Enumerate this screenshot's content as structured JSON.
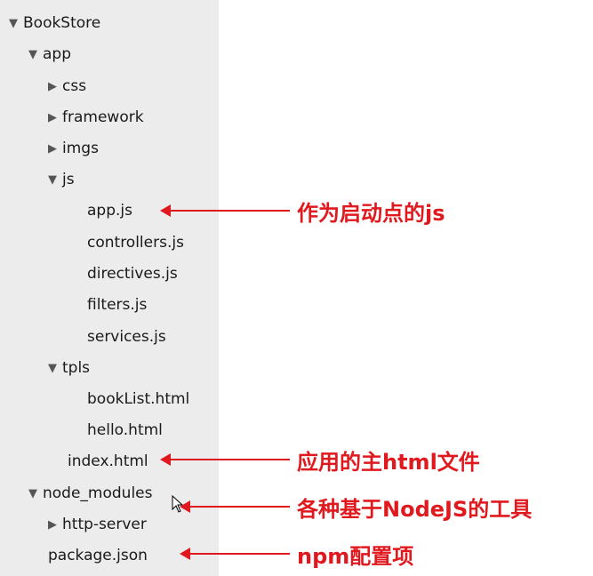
{
  "tree": {
    "root": "BookStore",
    "app": "app",
    "css": "css",
    "framework": "framework",
    "imgs": "imgs",
    "js": "js",
    "app_js": "app.js",
    "controllers_js": "controllers.js",
    "directives_js": "directives.js",
    "filters_js": "filters.js",
    "services_js": "services.js",
    "tpls": "tpls",
    "booklist_html": "bookList.html",
    "hello_html": "hello.html",
    "index_html": "index.html",
    "node_modules": "node_modules",
    "http_server": "http-server",
    "package_json": "package.json"
  },
  "annotations": {
    "app_js": "作为启动点的js",
    "index_html": "应用的主html文件",
    "node_modules": "各种基于NodeJS的工具",
    "package_json": "npm配置项"
  },
  "colors": {
    "annotation": "#e0191f",
    "tree_bg": "#ececec"
  }
}
